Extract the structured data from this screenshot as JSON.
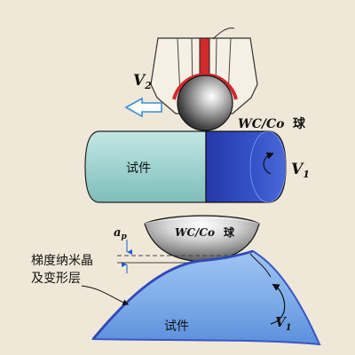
{
  "labels": {
    "v2_main": "V",
    "v2_sub": "2",
    "wcco_top": "WC/Co",
    "ball_char_top": "球",
    "specimen_top": "试件",
    "v1_main": "V",
    "v1_sub": "1",
    "ap_main": "a",
    "ap_sub": "p",
    "wcco_mid": "WC/Co",
    "ball_char_mid": "球",
    "gradient_line1": "梯度纳米晶",
    "gradient_line2": "及变形层",
    "specimen_bottom": "试件",
    "v1b_main": "V",
    "v1b_sub": "1"
  },
  "icons": {
    "feed_arrow": "left-arrow-icon",
    "rotation_top": "curved-arrow-icon",
    "rotation_bottom": "curved-arrow-icon"
  },
  "colors": {
    "background": "#efe7d8",
    "cylinder_face": "#a8d8d5",
    "cylinder_end": "#2f46b8",
    "holder_rod": "#d02a2a",
    "arrow_outline": "#3a8fd6",
    "specimen_edge": "#3a56c4"
  }
}
